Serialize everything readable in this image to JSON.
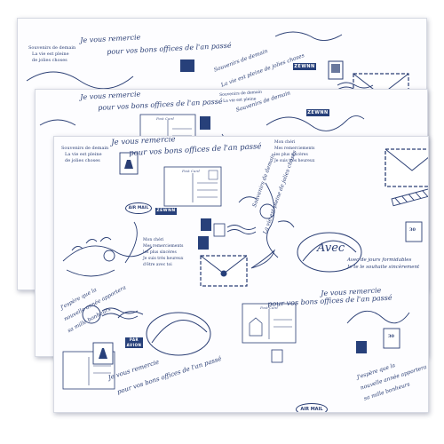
{
  "product": {
    "sheet_count": 3
  },
  "motifs": {
    "script_lines": [
      "Je vous remercie",
      "pour vos bons offices de l'an passé"
    ],
    "poem_lines": [
      "Souvenirs de demain",
      "La vie est pleine",
      "de jolies choses"
    ],
    "letter_lines": [
      "Mon chéri",
      "Mes remerciements",
      "les plus sincères",
      "Je suis très heureux",
      "d'être avec toi"
    ],
    "postcard_title": "Post Card",
    "avec_word": "Avec",
    "avec_lines": [
      "Avec de jours formidables",
      "Je te le souhaite sincèrement"
    ],
    "air_mail_label": "AIR MAIL",
    "par_avion_line1": "PAR",
    "par_avion_line2": "AVION",
    "small_tag": "ZEWNN",
    "stamp_value": "30",
    "diagonal_script": [
      "Souvenirs de demain",
      "La vie est pleine de jolies choses"
    ],
    "corner_script": [
      "J'espère que la",
      "nouvelle année apportera",
      "sa mille bonheurs"
    ]
  },
  "colors": {
    "ink": "#2a3e74",
    "accent": "#27407a",
    "paper": "#fdfdff",
    "airmail_red": "#2a3e74"
  }
}
